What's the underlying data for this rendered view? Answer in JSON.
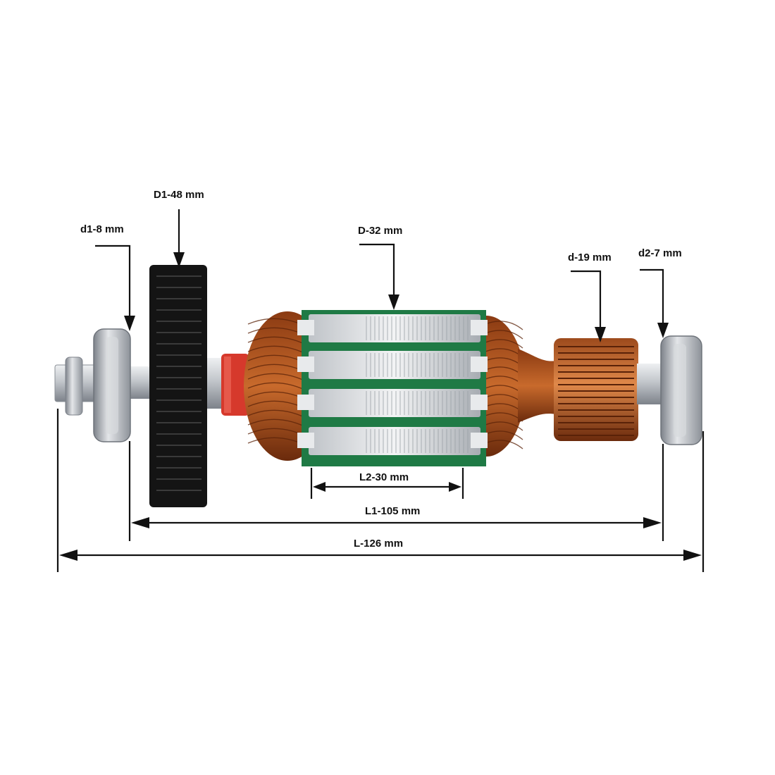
{
  "labels": {
    "d1": "d1-8 mm",
    "D1": "D1-48 mm",
    "D": "D-32 mm",
    "d": "d-19 mm",
    "d2": "d2-7 mm",
    "L2": "L2-30 mm",
    "L1": "L1-105 mm",
    "L": "L-126 mm"
  },
  "colors": {
    "line": "#111111",
    "copper": "#b0551f",
    "copper_dark": "#6e2e0e",
    "steel": "#c9ccd0",
    "steel_dark": "#8a8f96",
    "fan": "#161616",
    "insulation": "#1f8a4a",
    "sleeve": "#d9342b"
  }
}
